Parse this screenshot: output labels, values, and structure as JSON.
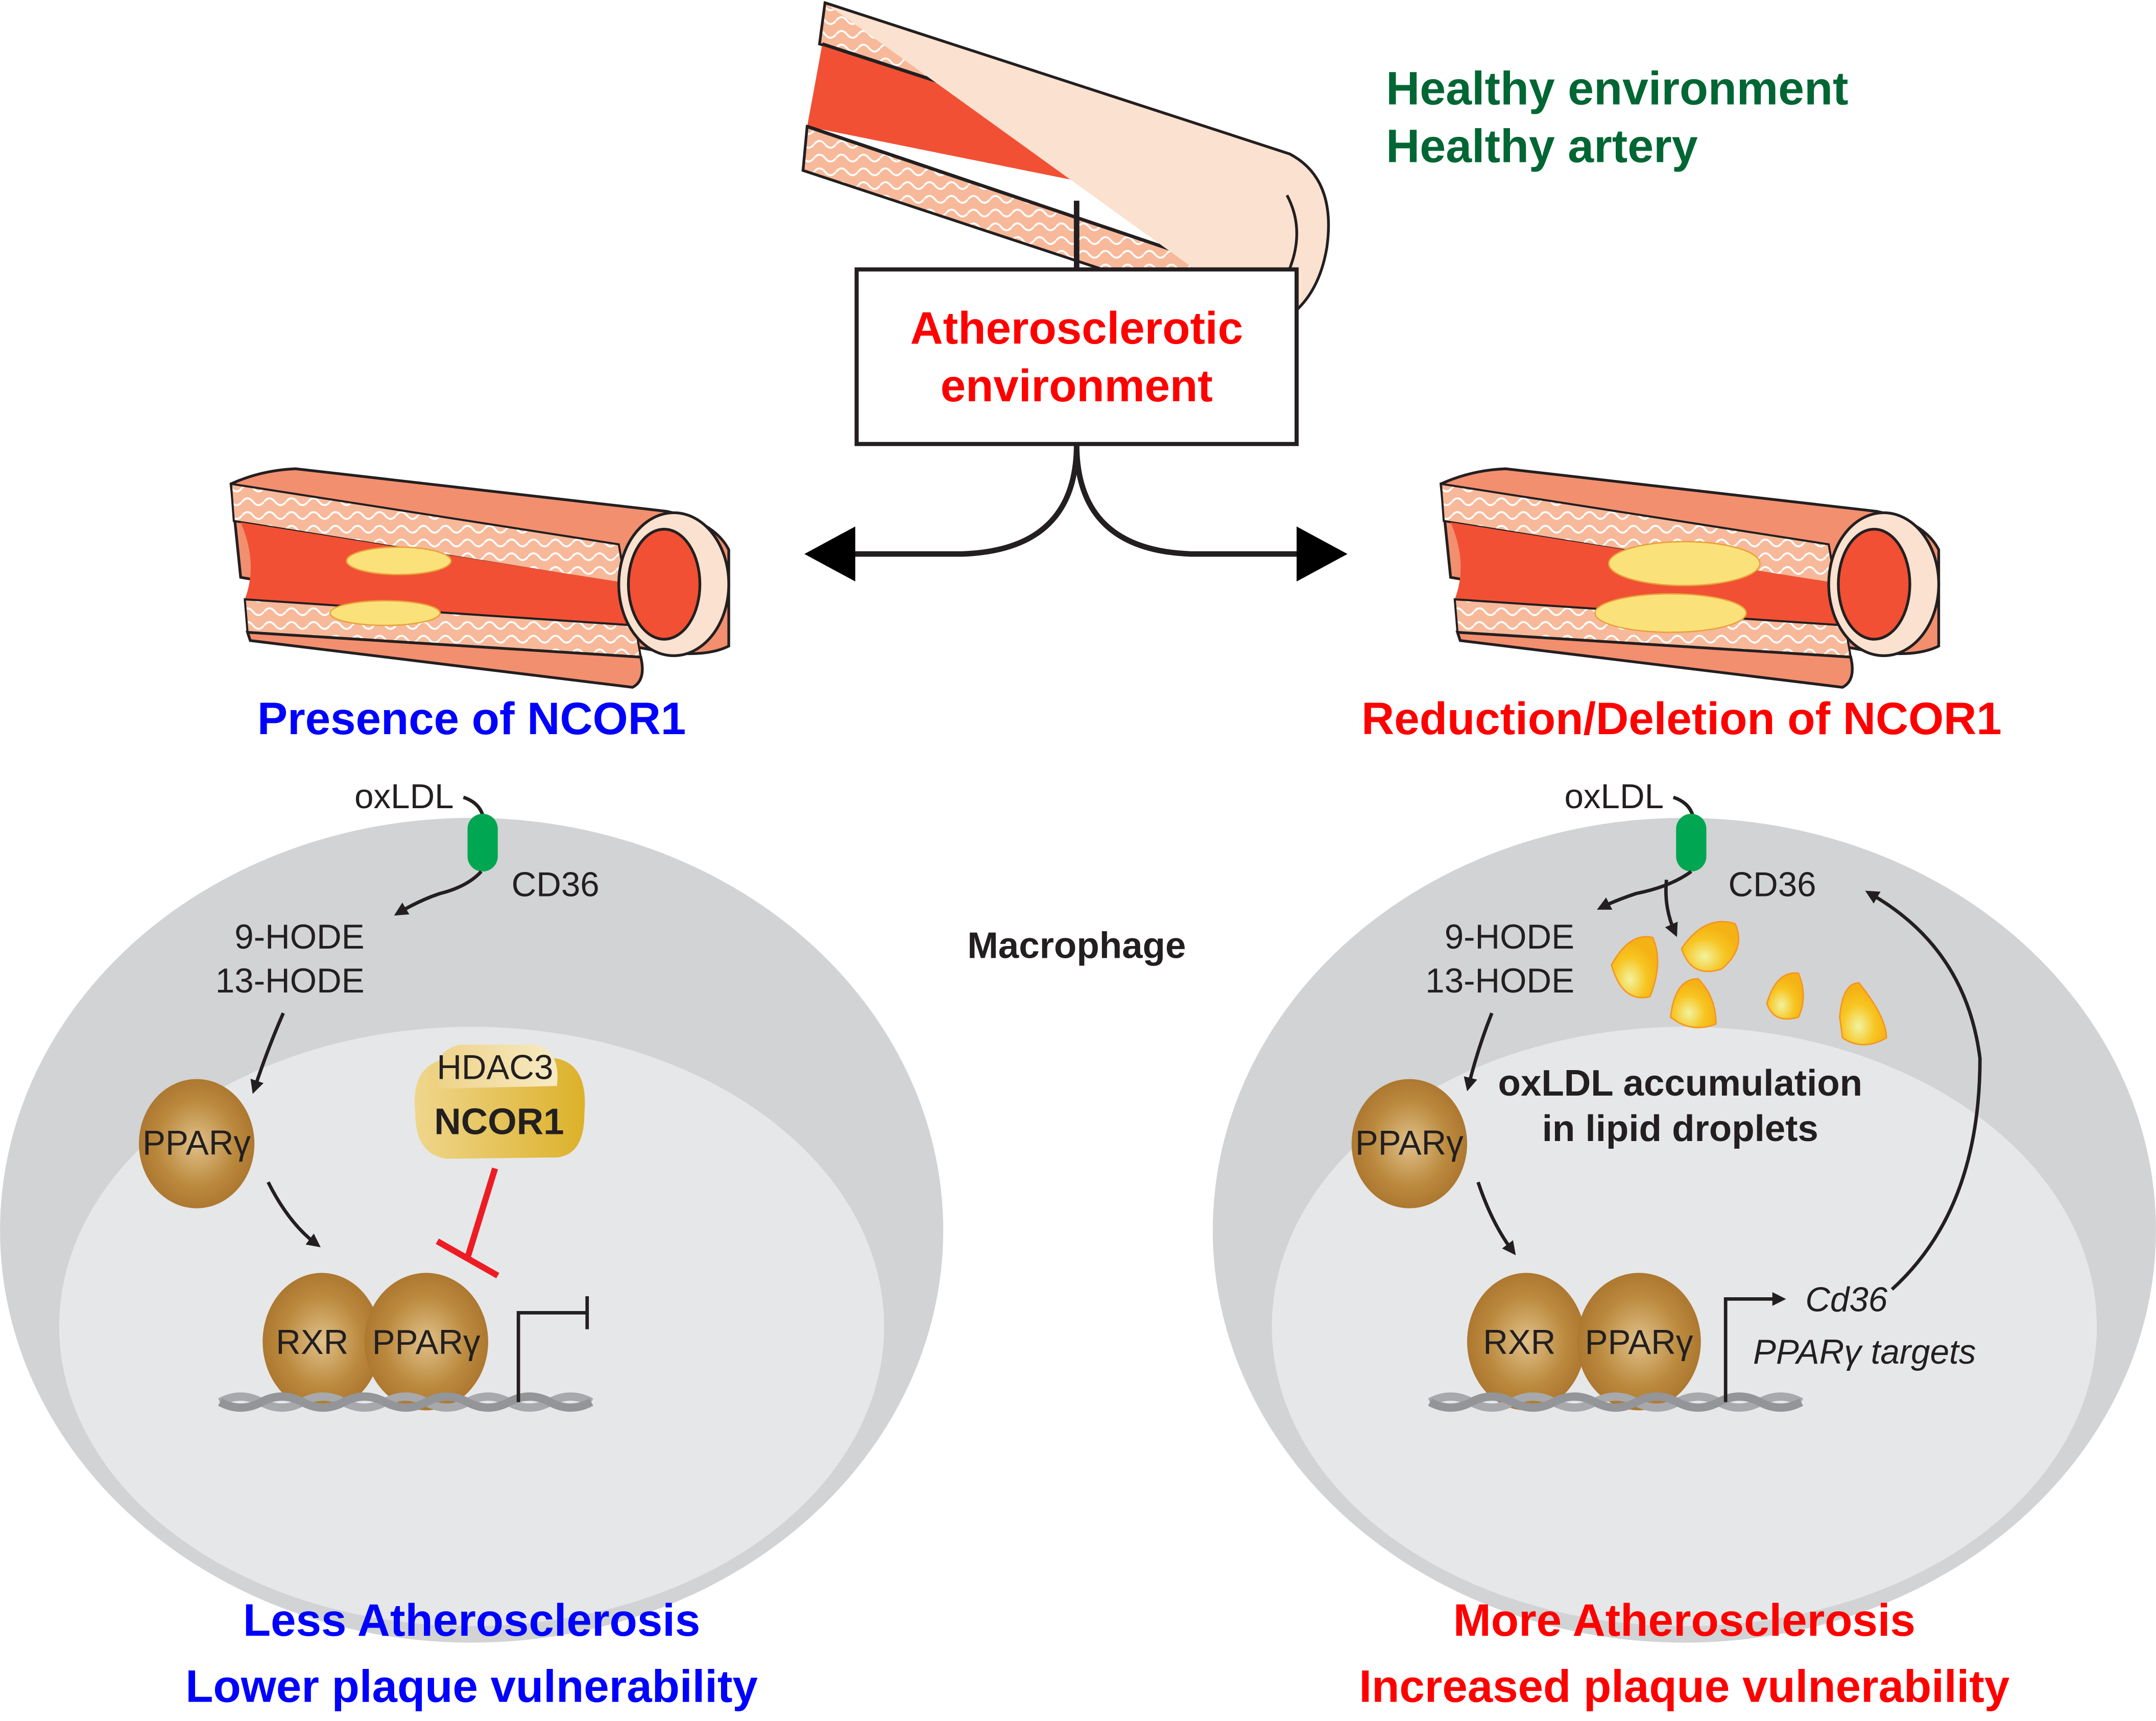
{
  "top": {
    "healthy_line1": "Healthy environment",
    "healthy_line2": "Healthy artery",
    "box_line1": "Atherosclerotic",
    "box_line2": "environment"
  },
  "center": {
    "macrophage_label": "Macrophage"
  },
  "left": {
    "title": "Presence of NCOR1",
    "oxldl": "oxLDL",
    "cd36": "CD36",
    "hode9": "9-HODE",
    "hode13": "13-HODE",
    "ppar": "PPARγ",
    "rxr": "RXR",
    "ppar_dimer": "PPARγ",
    "hdac3": "HDAC3",
    "ncor1": "NCOR1",
    "outcome_line1": "Less Atherosclerosis",
    "outcome_line2": "Lower plaque vulnerability"
  },
  "right": {
    "title": "Reduction/Deletion of NCOR1",
    "oxldl": "oxLDL",
    "cd36": "CD36",
    "hode9": "9-HODE",
    "hode13": "13-HODE",
    "ppar": "PPARγ",
    "rxr": "RXR",
    "ppar_dimer": "PPARγ",
    "accum_line1": "oxLDL accumulation",
    "accum_line2": "in lipid droplets",
    "gene": "Cd36",
    "targets": "PPARγ targets",
    "outcome_line1": "More Atherosclerosis",
    "outcome_line2": "Increased plaque vulnerability"
  },
  "colors": {
    "healthy": "#006633",
    "atherosclerotic": "#ff0000",
    "presence": "#0000ff",
    "cd36_receptor": "#00a651",
    "cell": "#d1d3d4",
    "nucleus": "#e6e7e8",
    "protein": "#b5813a",
    "lipid": "#f5c518"
  }
}
